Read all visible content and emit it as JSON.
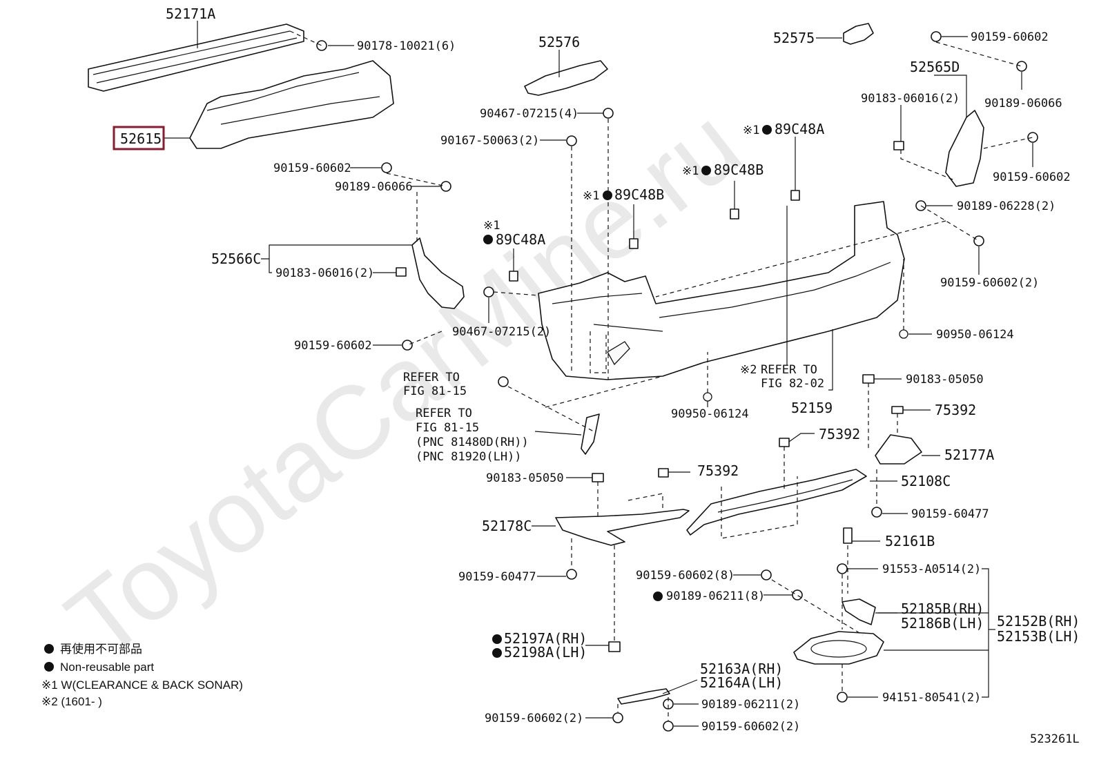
{
  "watermark": "ToyotaCarMine.ru",
  "diagram_id": "523261L",
  "legend": {
    "non_reusable_jp": "再使用不可部品",
    "non_reusable_en": "Non-reusable part",
    "note1": "※1 W(CLEARANCE & BACK SONAR)",
    "note2": "※2 (1601-       )"
  },
  "labels": {
    "p52171A": "52171A",
    "p90178": "90178-10021(6)",
    "p52615": "52615",
    "p52576": "52576",
    "p90467_4": "90467-07215(4)",
    "p90167": "90167-50063(2)",
    "p52575": "52575",
    "p90159_a": "90159-60602",
    "p52565D": "52565D",
    "p90183_r": "90183-06016(2)",
    "p90189_r": "90189-06066",
    "p90159_b": "90159-60602",
    "p89C48A_top": "89C48A",
    "p89C48B_a": "89C48B",
    "p89C48B_b": "89C48B",
    "p89C48A_l": "89C48A",
    "note_mark": "※1",
    "p90159_c": "90159-60602",
    "p90189_l": "90189-06066",
    "p52566C": "52566C",
    "p90183_l": "90183-06016(2)",
    "p90189_228": "90189-06228(2)",
    "p90159_2r": "90159-60602(2)",
    "p90467_2": "90467-07215(2)",
    "p90159_d": "90159-60602",
    "p90950_r": "90950-06124",
    "refer_82_a": "REFER TO",
    "refer_82_b": "FIG 82-02",
    "p52159": "52159",
    "p90950_c": "90950-06124",
    "refer1_a": "REFER TO",
    "refer1_b": "FIG 81-15",
    "refer2_a": "REFER TO",
    "refer2_b": "FIG 81-15",
    "refer2_c": "(PNC 81480D(RH))",
    "refer2_d": "(PNC 81920(LH))",
    "p90183_050_r": "90183-05050",
    "p75392_a": "75392",
    "p75392_b": "75392",
    "p75392_c": "75392",
    "p52177A": "52177A",
    "p90183_050_l": "90183-05050",
    "p52108C": "52108C",
    "p52178C": "52178C",
    "p90159_477_r": "90159-60477",
    "p52161B": "52161B",
    "p90159_477_l": "90159-60477",
    "p91553": "91553-A0514(2)",
    "p90159_8": "90159-60602(8)",
    "p90189_211_8": "90189-06211(8)",
    "p52185B": "52185B(RH)",
    "p52186B": "52186B(LH)",
    "p52152B": "52152B(RH)",
    "p52153B": "52153B(LH)",
    "p52197A": "52197A(RH)",
    "p52198A": "52198A(LH)",
    "p52163A": "52163A(RH)",
    "p52164A": "52164A(LH)",
    "p94151": "94151-80541(2)",
    "p90189_211_2": "90189-06211(2)",
    "p90159_bot_l": "90159-60602(2)",
    "p90159_bot_r": "90159-60602(2)"
  }
}
